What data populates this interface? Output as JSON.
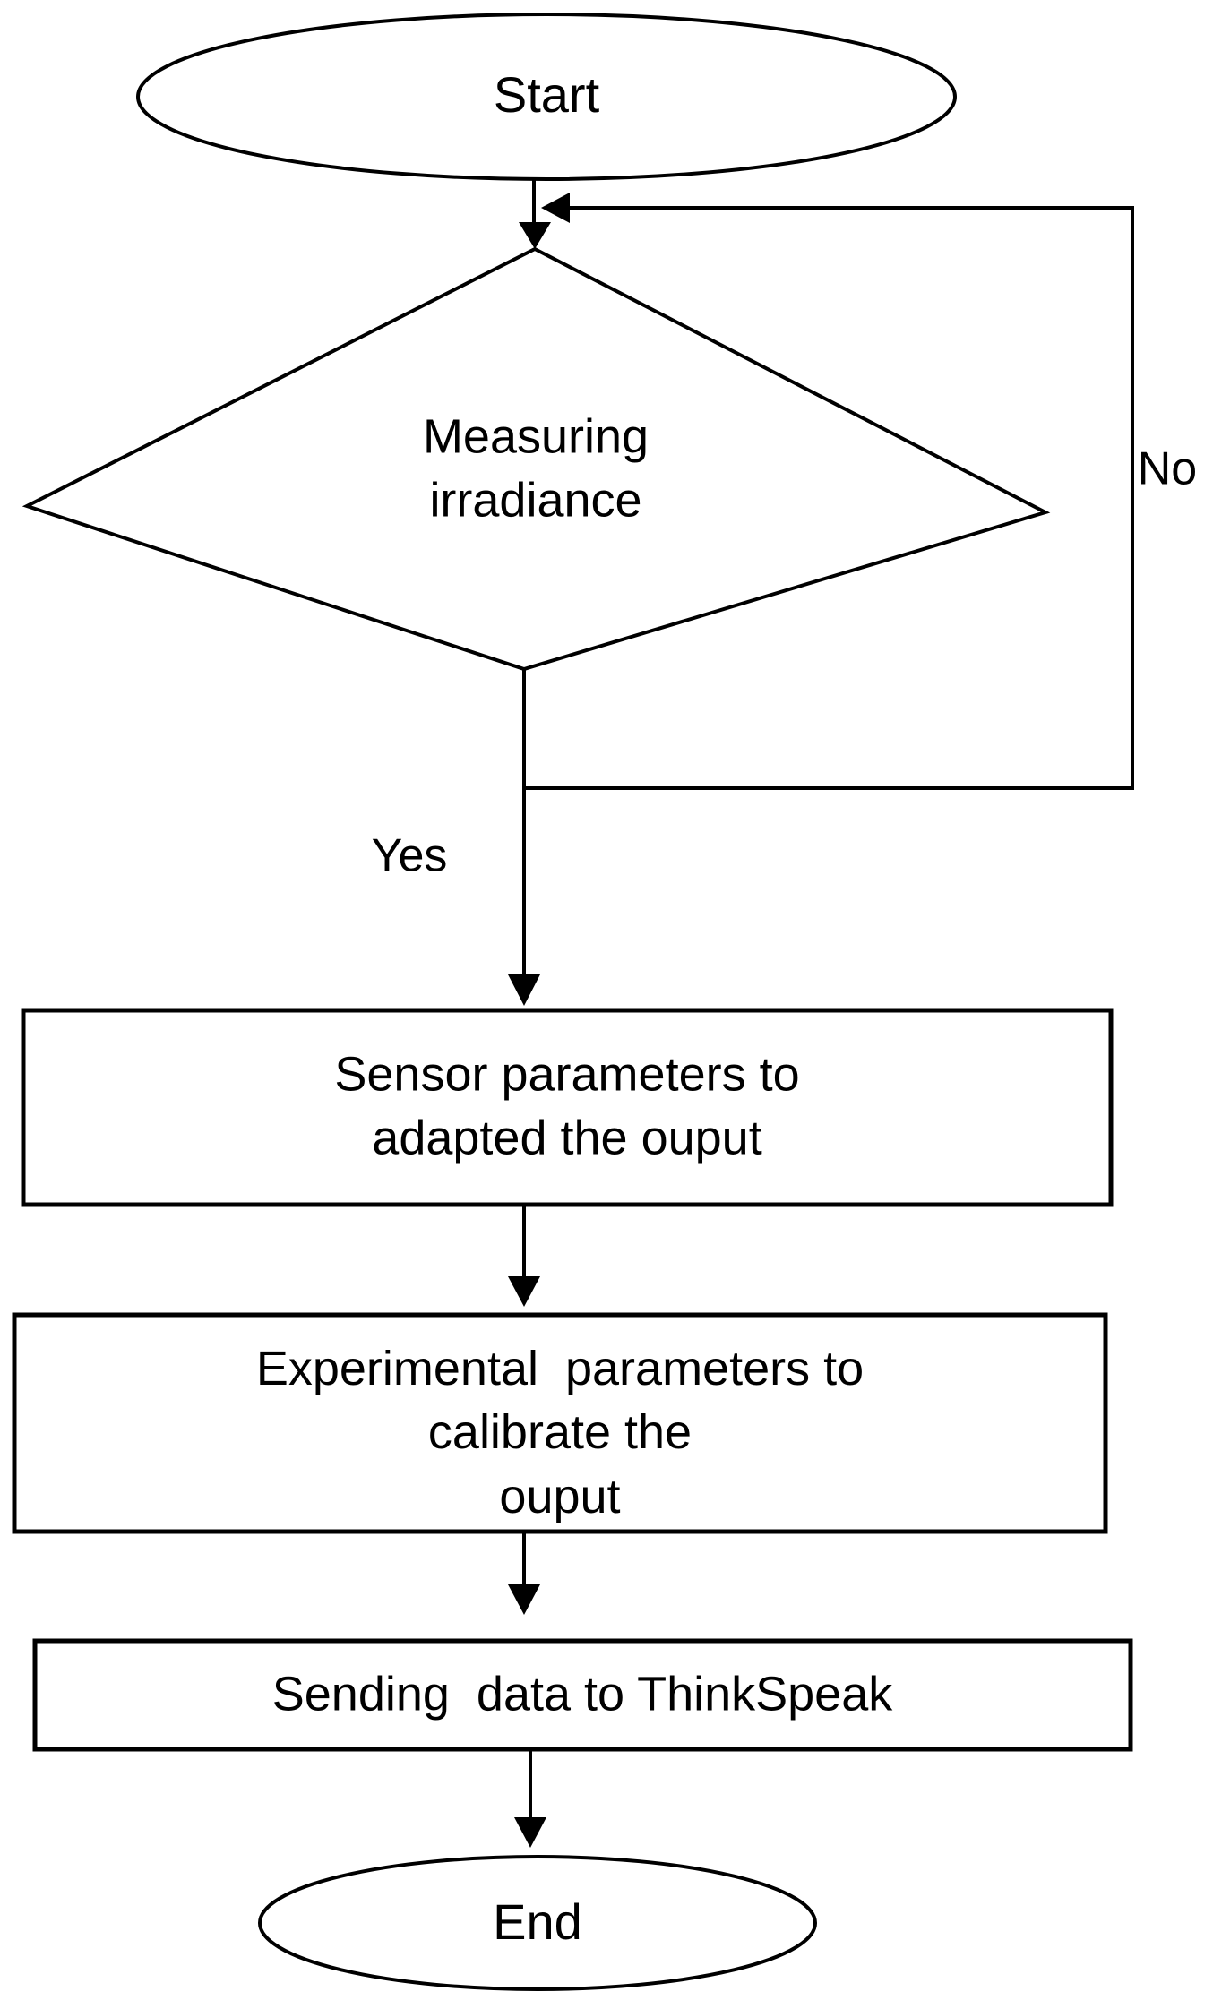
{
  "page": {
    "background_color": "#ffffff",
    "stroke_color": "#000000",
    "text_color": "#000000"
  },
  "flowchart": {
    "nodes": {
      "start": {
        "type": "terminator",
        "label": "Start"
      },
      "decision": {
        "type": "decision",
        "label": "Measuring\nirradiance"
      },
      "process1": {
        "type": "process",
        "label": "Sensor parameters to adapted the ouput"
      },
      "process2": {
        "type": "process",
        "label": "Experimental  parameters to calibrate the\nouput"
      },
      "process3": {
        "type": "process",
        "label": "Sending  data to ThinkSpeak"
      },
      "end": {
        "type": "terminator",
        "label": "End"
      }
    },
    "edge_labels": {
      "yes": "Yes",
      "no": "No"
    }
  }
}
